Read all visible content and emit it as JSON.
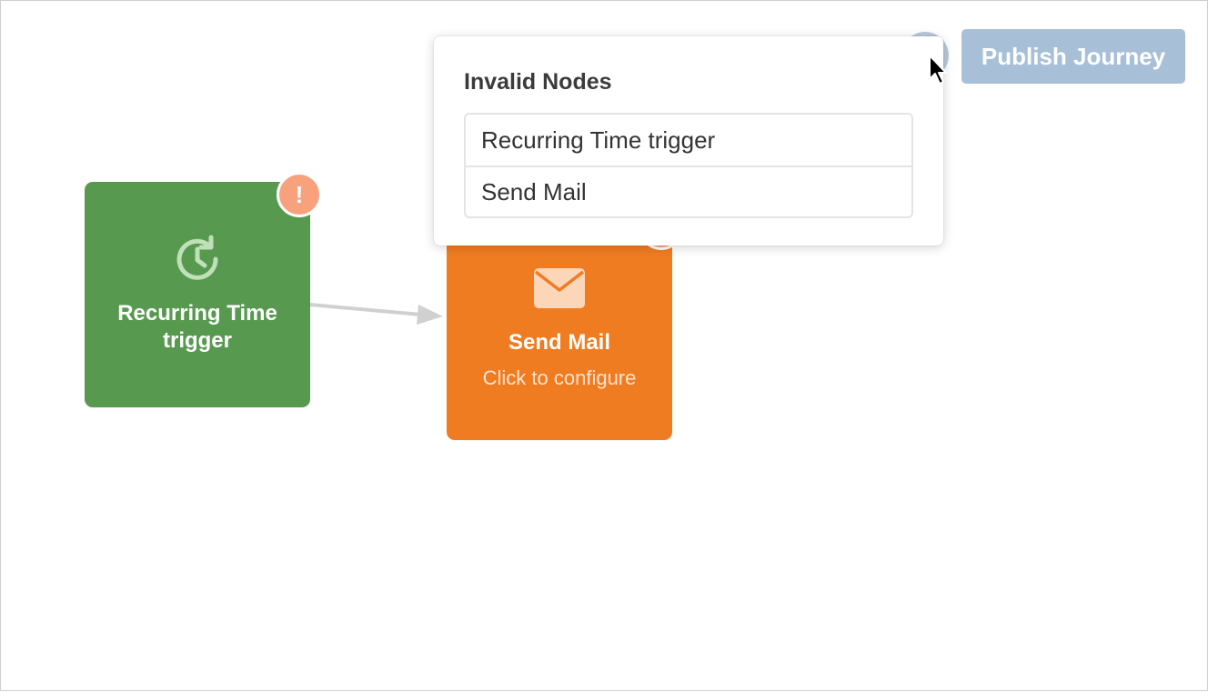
{
  "toolbar": {
    "publish_label": "Publish Journey",
    "publish_color": "#a8bfd8"
  },
  "nodes": [
    {
      "title": "Recurring Time trigger",
      "icon": "clock-history-icon",
      "color": "#579a4f",
      "status": "invalid"
    },
    {
      "title": "Send Mail",
      "subtitle": "Click to configure",
      "icon": "envelope-icon",
      "color": "#f07c21",
      "status": "invalid"
    }
  ],
  "warning_badge": {
    "symbol": "!",
    "color": "#f7a27d"
  },
  "popover": {
    "title": "Invalid Nodes",
    "items": [
      "Recurring Time trigger",
      "Send Mail"
    ]
  }
}
